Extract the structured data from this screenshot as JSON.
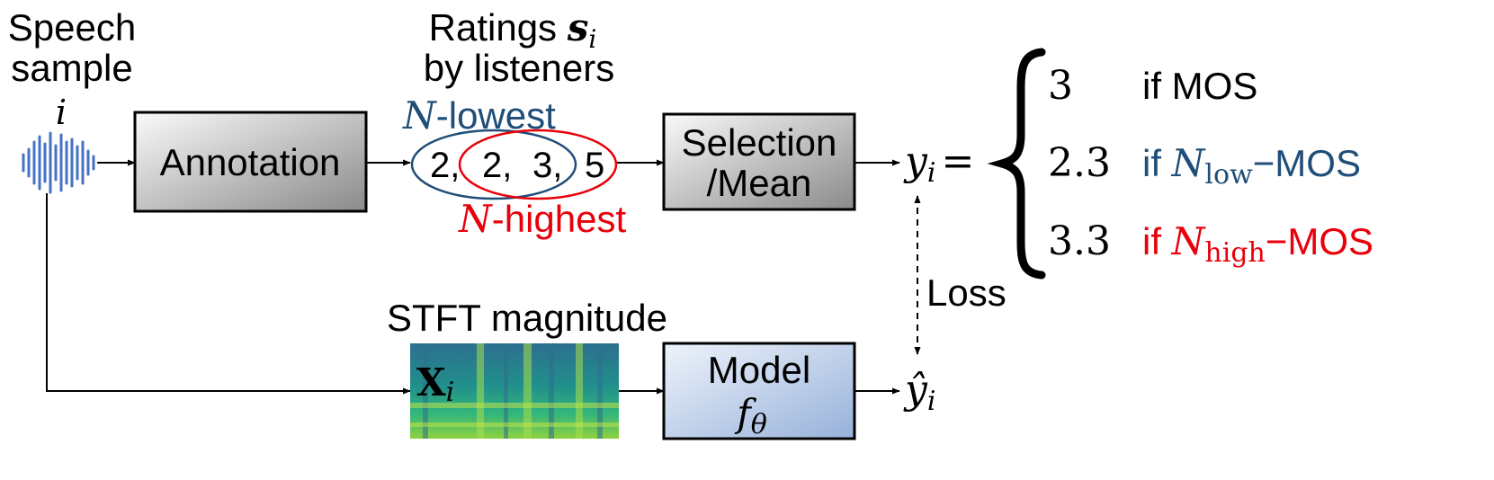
{
  "input": {
    "line1": "Speech",
    "line2": "sample",
    "index": "i"
  },
  "annotation_box": {
    "label": "Annotation"
  },
  "ratings": {
    "title_text": "Ratings ",
    "title_symbol": "s",
    "title_sub": "i",
    "line2": "by listeners",
    "values": [
      "2,",
      "2,",
      "3,",
      "5"
    ],
    "lowest_var": "N",
    "lowest_text": "-lowest",
    "highest_var": "N",
    "highest_text": "-highest"
  },
  "selection_box": {
    "line1": "Selection",
    "line2": "/Mean"
  },
  "target": {
    "var": "y",
    "sub": "i",
    "eq": "="
  },
  "cases": [
    {
      "value": "3",
      "cond_prefix": "if ",
      "cond_var": "",
      "cond_sub": "",
      "cond_suffix": "MOS"
    },
    {
      "value": "2.3",
      "cond_prefix": "if ",
      "cond_var": "N",
      "cond_sub": "low",
      "cond_suffix": "−MOS"
    },
    {
      "value": "3.3",
      "cond_prefix": "if ",
      "cond_var": "N",
      "cond_sub": "high",
      "cond_suffix": "−MOS"
    }
  ],
  "loss": {
    "label": "Loss"
  },
  "stft": {
    "title": "STFT magnitude",
    "symbol": "X",
    "sub": "i"
  },
  "model_box": {
    "line1": "Model",
    "func": "f",
    "func_sub": "θ"
  },
  "prediction": {
    "var": "ŷ",
    "sub": "i"
  },
  "colors": {
    "blue": "#1f4e79",
    "red": "#e8000b",
    "box_light": "#fafafa",
    "box_dark": "#8a8a8a",
    "model_light": "#e6eefa",
    "model_dark": "#9db5dc",
    "waveform": "#4472c4"
  }
}
